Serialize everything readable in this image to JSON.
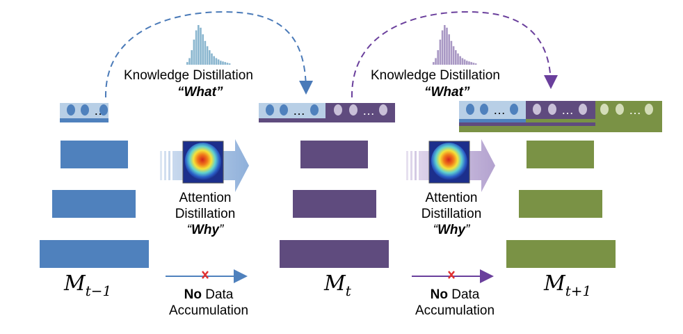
{
  "colors": {
    "blue": "#4f81bd",
    "purple": "#5f4b7e",
    "green": "#7a9245",
    "light_blue": "#b8cfe6",
    "light_purple": "#a998c4",
    "dashed_blue": "#4a7ab8",
    "dashed_purple": "#6a3f9c",
    "no_data_x": "#e03030"
  },
  "models": [
    {
      "label_main": "M",
      "label_sub": "t−1",
      "color": "blue"
    },
    {
      "label_main": "M",
      "label_sub": "t",
      "color": "purple"
    },
    {
      "label_main": "M",
      "label_sub": "t+1",
      "color": "green"
    }
  ],
  "knowledge_distillation": [
    {
      "line1": "Knowledge Distillation",
      "what_open": "“",
      "what": "What",
      "what_close": "”"
    },
    {
      "line1": "Knowledge Distillation",
      "what_open": "“",
      "what": "What",
      "what_close": "”"
    }
  ],
  "attention_distillation": [
    {
      "line1": "Attention",
      "line2": "Distillation",
      "why_open": "“",
      "why": "Why",
      "why_close": "”"
    },
    {
      "line1": "Attention",
      "line2": "Distillation",
      "why_open": "“",
      "why": "Why",
      "why_close": "”"
    }
  ],
  "no_data": [
    {
      "bold": "No",
      "rest": " Data",
      "line2": "Accumulation"
    },
    {
      "bold": "No",
      "rest": " Data",
      "line2": "Accumulation"
    }
  ],
  "ellipsis": "…"
}
